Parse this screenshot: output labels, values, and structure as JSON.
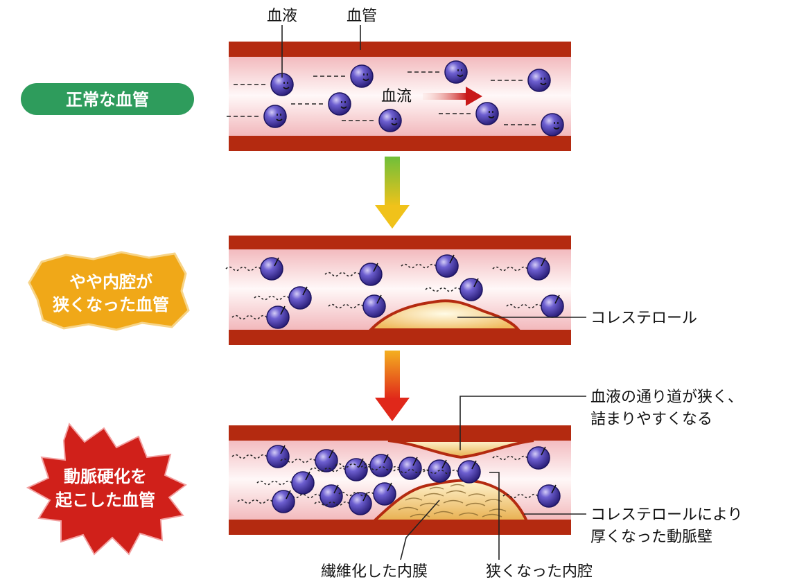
{
  "stages": {
    "normal": "正常な血管",
    "narrowed_line1": "やや内腔が",
    "narrowed_line2": "狭くなった血管",
    "sclerosis_line1": "動脈硬化を",
    "sclerosis_line2": "起こした血管"
  },
  "labels": {
    "blood": "血液",
    "vessel": "血管",
    "blood_flow": "血流",
    "cholesterol": "コレステロール",
    "narrow_path_line1": "血液の通り道が狭く、",
    "narrow_path_line2": "詰まりやすくなる",
    "thick_wall_line1": "コレステロールにより",
    "thick_wall_line2": "厚くなった動脈壁",
    "fibrotic_intima": "繊維化した内膜",
    "narrowed_lumen": "狭くなった内腔"
  },
  "colors": {
    "vessel_wall": "#b42a10",
    "lumen_edge": "#f4c2c2",
    "lumen_center": "#fffafa",
    "blood_cell": "#4a3aa8",
    "plaque": "#f0c070",
    "normal_badge": "#2e9c5c",
    "narrowed_badge": "#f0a818",
    "sclerosis_badge": "#d0201a",
    "flow_arrow": "#c81818",
    "arrow_green": "#7bbf2a",
    "arrow_red": "#e03010"
  }
}
